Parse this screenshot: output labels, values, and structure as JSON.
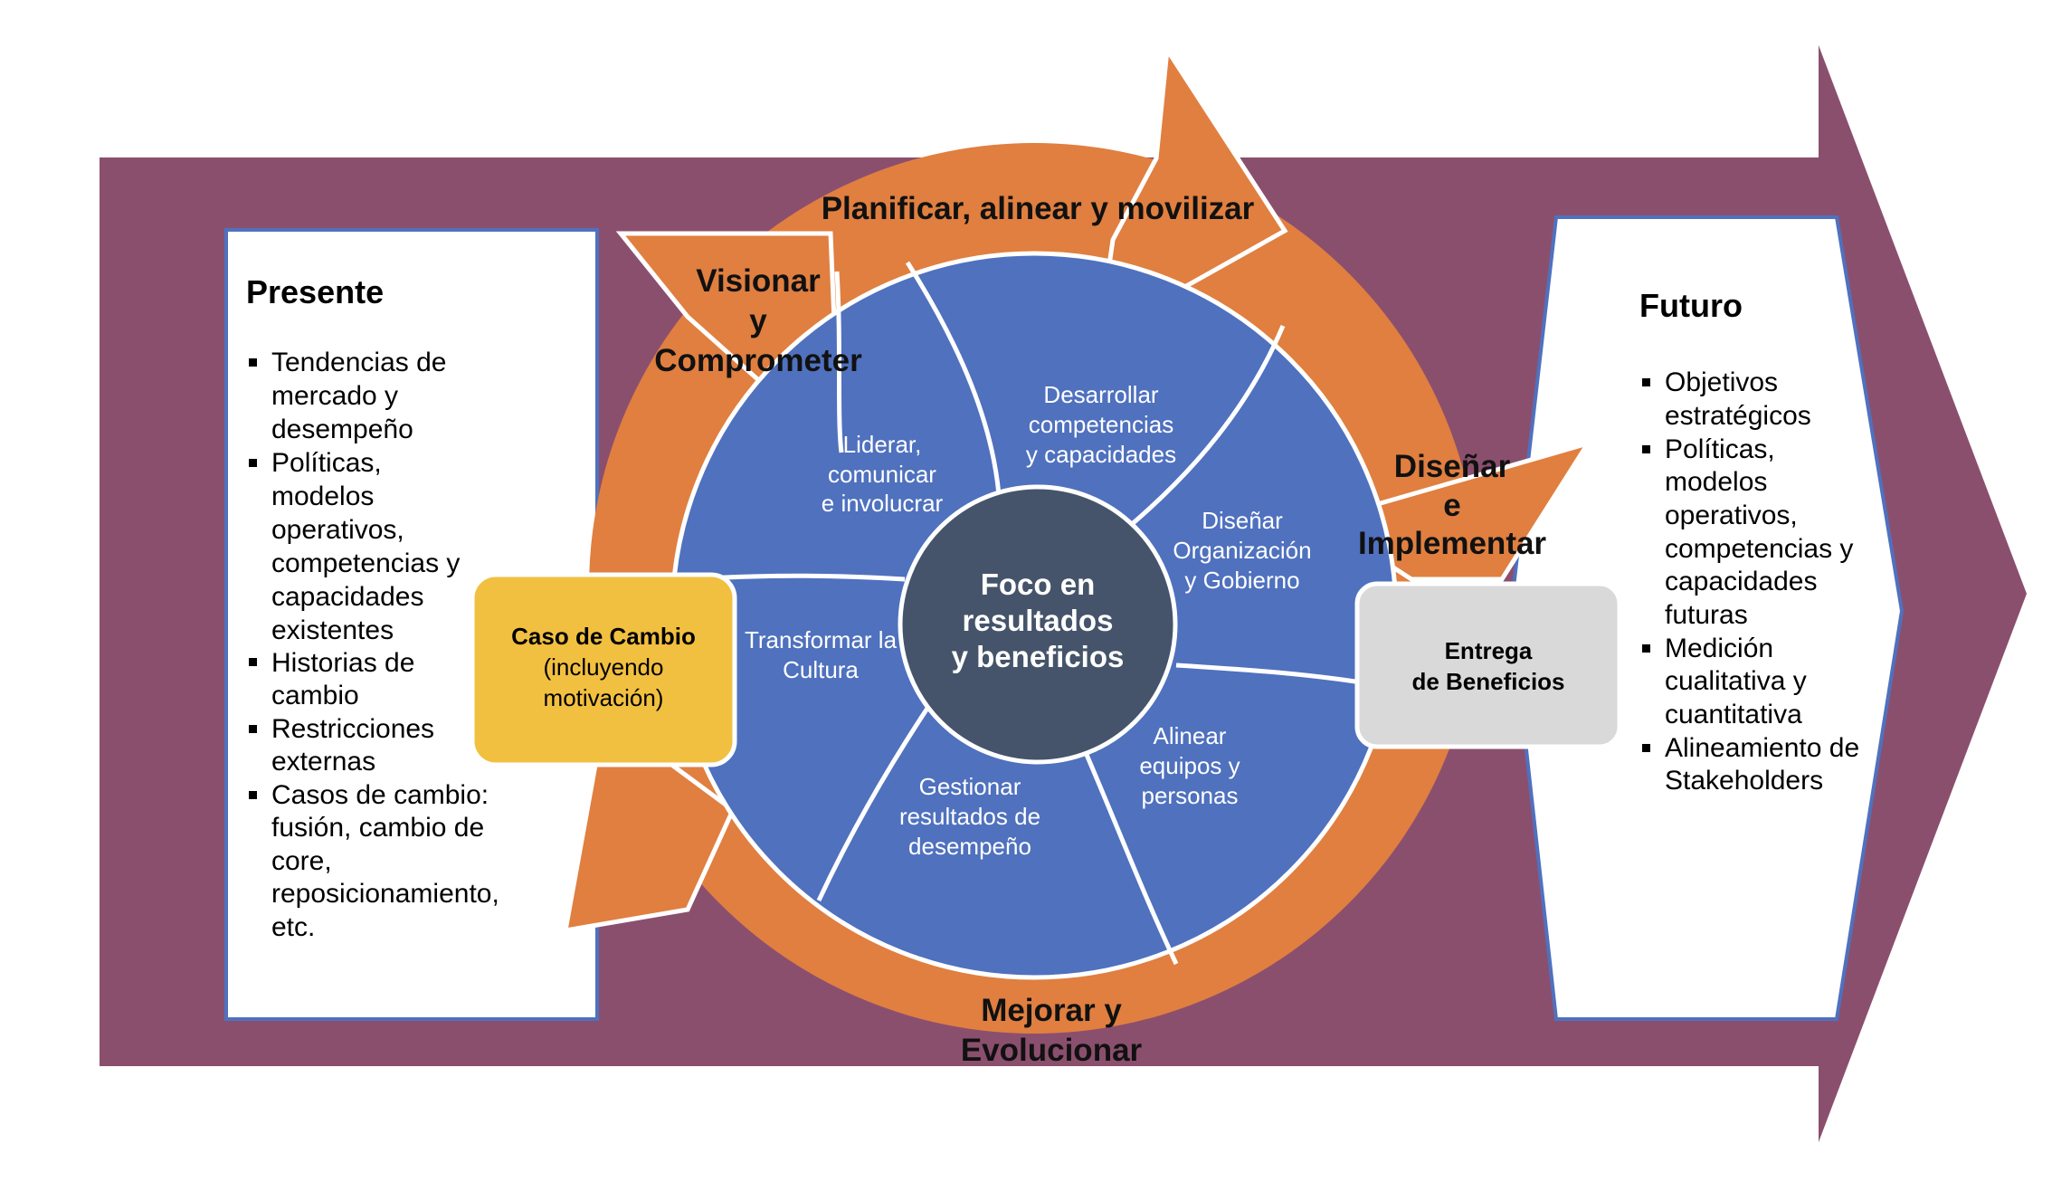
{
  "left_panel": {
    "title": "Presente",
    "lines": [
      "Tendencias de",
      "mercado  y",
      "desempeño",
      "Políticas,",
      "modelos",
      "operativos,",
      "competencias y",
      "capacidades",
      "existentes",
      "Historias de",
      "cambio",
      "Restricciones",
      "externas",
      "Casos de cambio:",
      "fusión, cambio de",
      "core,",
      "reposicionamiento,",
      "etc."
    ]
  },
  "right_panel": {
    "title": "Futuro",
    "lines": [
      "Objetivos",
      "estratégicos",
      "Políticas,",
      "modelos",
      "operativos,",
      "competencias y",
      "capacidades",
      "futuras",
      "Medición",
      "cualitativa y",
      "cuantitativa",
      "Alineamiento de",
      "Stakeholders"
    ]
  },
  "phases": {
    "top": "Planificar, alinear y movilizar",
    "top_left": [
      "Visionar",
      "y",
      "Comprometer"
    ],
    "right": [
      "Diseñar",
      "e",
      "Implementar"
    ],
    "bottom": [
      "Mejorar y",
      "Evolucionar"
    ]
  },
  "segments": {
    "lead": [
      "Liderar,",
      "comunicar",
      "e involucrar"
    ],
    "develop": [
      "Desarrollar",
      "competencias",
      "y capacidades"
    ],
    "design": [
      "Diseñar",
      "Organización",
      "y Gobierno"
    ],
    "align": [
      "Alinear",
      "equipos y",
      "personas"
    ],
    "manage": [
      "Gestionar",
      "resultados de",
      "desempeño"
    ],
    "culture": [
      "Transformar la",
      "Cultura"
    ]
  },
  "center": [
    "Foco en",
    "resultados",
    "y beneficios"
  ],
  "case_box": {
    "title": "Caso de Cambio",
    "sub": [
      "(incluyendo",
      "motivación)"
    ]
  },
  "benefits_box": [
    "Entrega",
    "de Beneficios"
  ],
  "colors": {
    "band": "#8B4F6E",
    "orange": "#E07F40",
    "blue": "#4F71BE",
    "center": "#45546A",
    "gold": "#F2C040",
    "grey": "#D9D9D9",
    "panel_border": "#4F71BE"
  }
}
